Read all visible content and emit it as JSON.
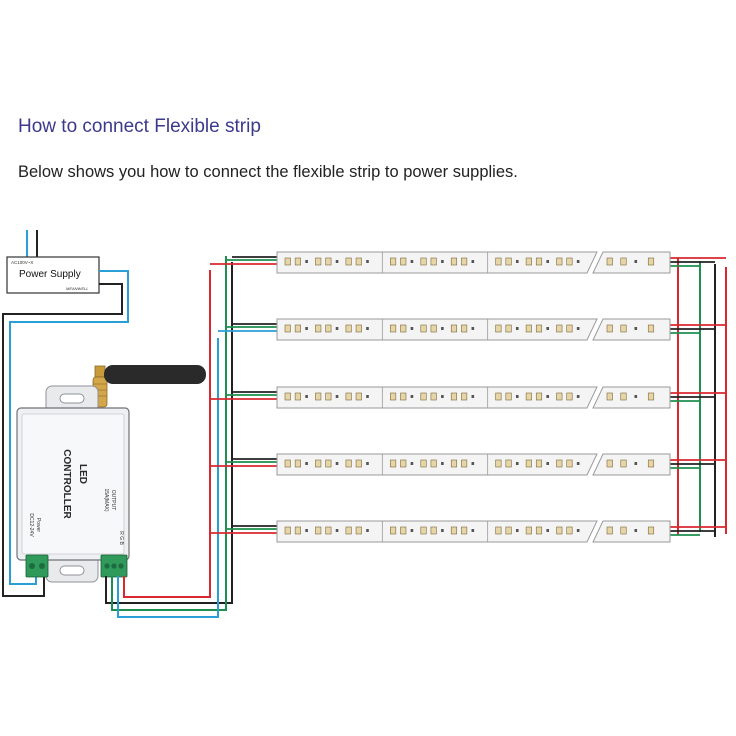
{
  "header": {
    "title": "How to connect Flexible strip",
    "subtitle": "Below shows you how to connect the flexible strip to power supplies."
  },
  "power_supply": {
    "label": "Power Supply",
    "input_rating": "AC100V~X",
    "brand": "MEANWELL"
  },
  "controller": {
    "name_line1": "LED",
    "name_line2": "CONTROLLER",
    "power_label": "Power",
    "power_spec": "DC12-24V",
    "output_label": "OUTPUT",
    "output_spec": "15A(MAX)",
    "output_terminals": "R G B"
  },
  "strips": {
    "count": 5,
    "segments_per_strip": 4,
    "leds_per_segment": 9
  },
  "colors": {
    "title": "#3b3a8c",
    "wire_red": "#d9282f",
    "wire_green": "#1e8f4e",
    "wire_blue": "#2a9fd6",
    "wire_black": "#222222",
    "strip_body": "#f4f4f4",
    "strip_border": "#9a9a9a",
    "led_chip": "#e6d5a6",
    "terminal_green": "#2f9a5a",
    "antenna_gold": "#c89a3c",
    "antenna_black": "#2a2a2a"
  }
}
